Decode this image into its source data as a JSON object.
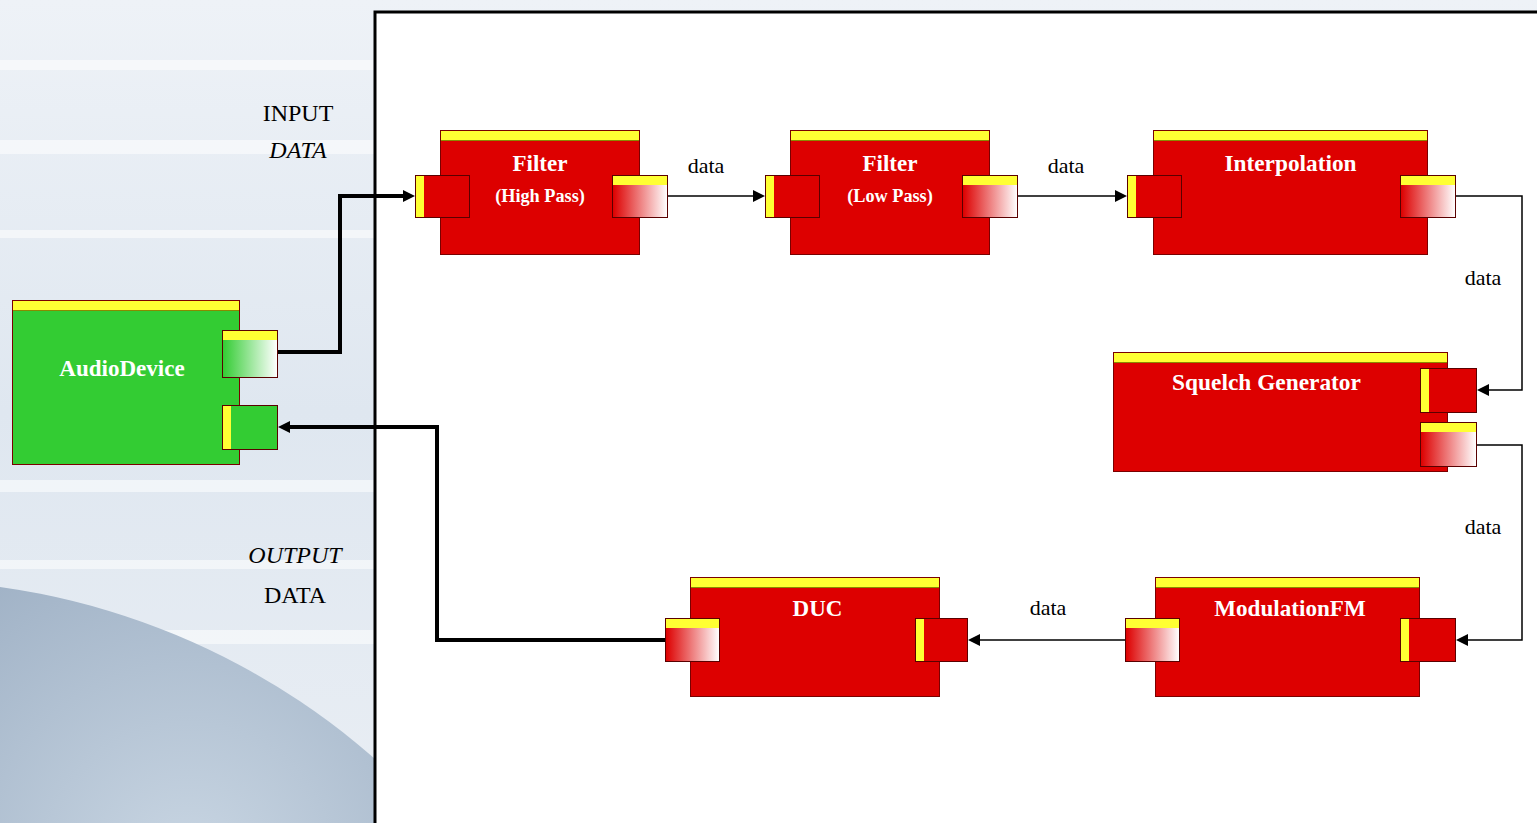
{
  "diagram": {
    "nodes": [
      {
        "text": [
          "AudioDevice"
        ]
      },
      {
        "text": [
          "Filter",
          "(High Pass)"
        ]
      },
      {
        "text": [
          "Filter",
          "(Low Pass)"
        ]
      },
      {
        "text": [
          "Interpolation"
        ]
      },
      {
        "text": [
          "Squelch Generator"
        ]
      },
      {
        "text": [
          "ModulationFM"
        ]
      },
      {
        "text": [
          "DUC"
        ]
      }
    ],
    "edges": [
      {
        "from": 0,
        "to": 1,
        "arrow": "to"
      },
      {
        "from": 1,
        "to": 2,
        "label": "data",
        "arrow": "to"
      },
      {
        "from": 2,
        "to": 3,
        "label": "data",
        "arrow": "to"
      },
      {
        "from": 3,
        "to": 4,
        "label": "data",
        "arrow": "to"
      },
      {
        "from": 4,
        "to": 5,
        "label": "data",
        "arrow": "to"
      },
      {
        "from": 5,
        "to": 6,
        "label": "data",
        "arrow": "to"
      },
      {
        "from": 6,
        "to": 0,
        "arrow": "to"
      }
    ],
    "labels": [
      "INPUT",
      "DATA",
      "OUTPUT",
      "DATA"
    ]
  }
}
